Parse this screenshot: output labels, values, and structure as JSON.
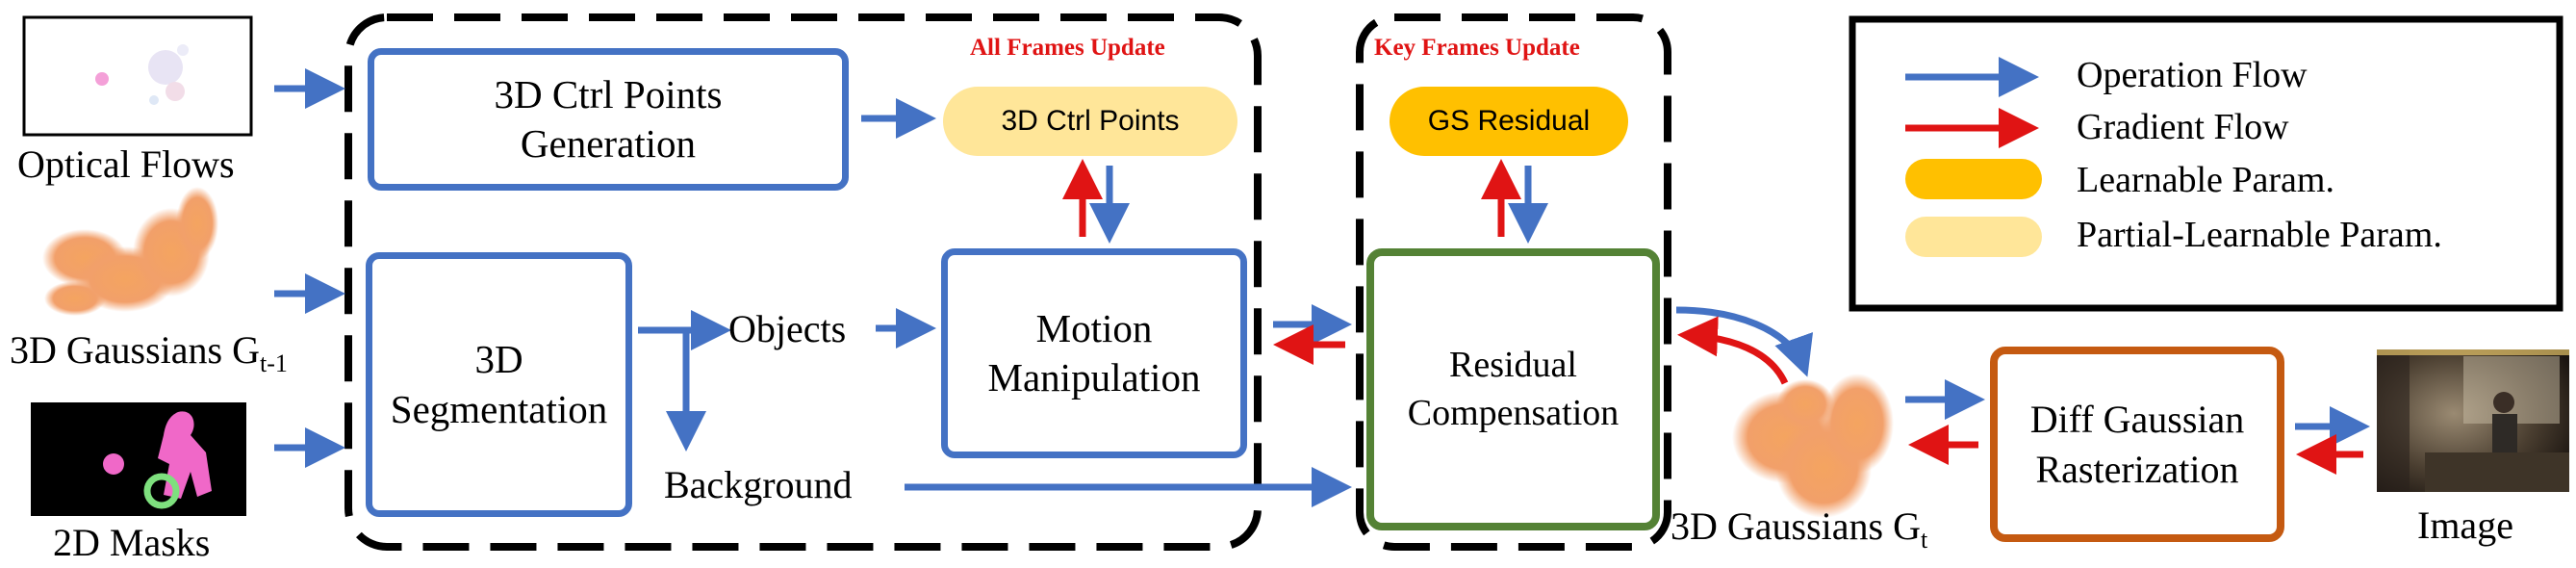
{
  "inputs": {
    "optical_flows": "Optical Flows",
    "gaussians_prev_base": "3D Gaussians G",
    "gaussians_prev_sub": "t-1",
    "masks_2d": "2D Masks"
  },
  "group_labels": {
    "all_frames": "All Frames Update",
    "key_frames": "Key Frames Update"
  },
  "boxes": {
    "ctrl_points_generation_line1": "3D Ctrl Points",
    "ctrl_points_generation_line2": "Generation",
    "segmentation_line1": "3D",
    "segmentation_line2": "Segmentation",
    "motion_line1": "Motion",
    "motion_line2": "Manipulation",
    "residual_line1": "Residual",
    "residual_line2": "Compensation",
    "rasterization_line1": "Diff Gaussian",
    "rasterization_line2": "Rasterization"
  },
  "params": {
    "ctrl_points": "3D Ctrl Points",
    "gs_residual": "GS Residual"
  },
  "flow_labels": {
    "objects": "Objects",
    "background": "Background"
  },
  "outputs": {
    "gaussians_t_base": "3D Gaussians G",
    "gaussians_t_sub": "t",
    "image": "Image"
  },
  "legend": {
    "operation_flow": "Operation Flow",
    "gradient_flow": "Gradient Flow",
    "learnable_param": "Learnable Param.",
    "partial_learnable_param": "Partial-Learnable Param."
  },
  "colors": {
    "operation_flow": "#4472C4",
    "gradient_flow": "#E01414",
    "learnable_param": "#FFC000",
    "partial_learnable_param": "#FFE699",
    "module_border": "#4472C4",
    "residual_border": "#548235",
    "rasterization_border": "#C55A11"
  }
}
